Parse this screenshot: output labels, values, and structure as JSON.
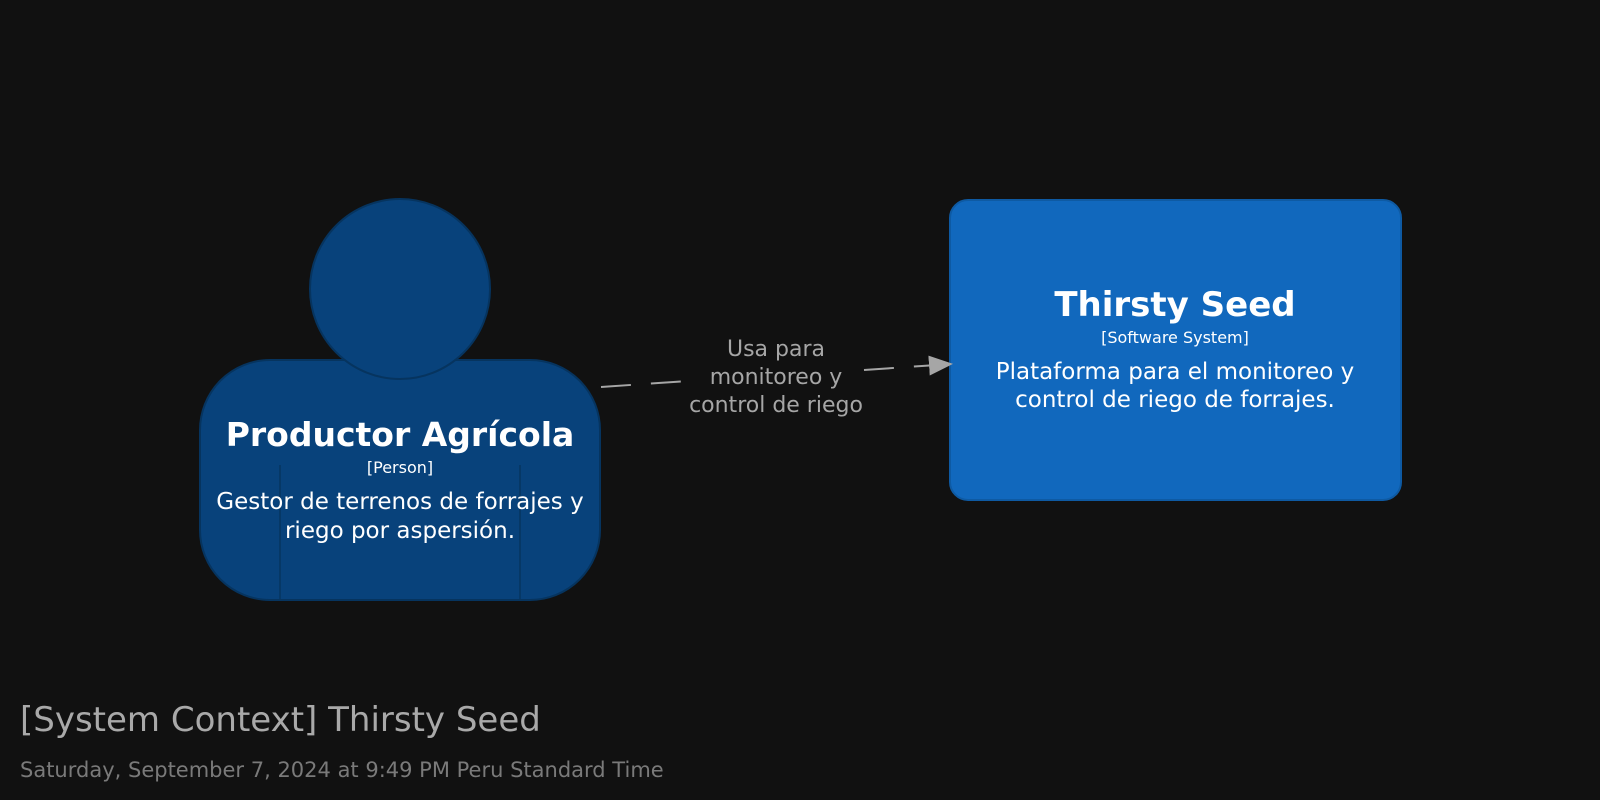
{
  "diagram": {
    "person": {
      "name": "Productor Agrícola",
      "type": "[Person]",
      "description_lines": [
        "Gestor de terrenos de forrajes y",
        "riego por aspersión."
      ],
      "color": "#08427b"
    },
    "system": {
      "name": "Thirsty Seed",
      "type": "[Software System]",
      "description_lines": [
        "Plataforma para el monitoreo y",
        "control de riego de forrajes."
      ],
      "color": "#1168bd"
    },
    "relationship": {
      "label_lines": [
        "Usa para",
        "monitoreo y",
        "control de riego"
      ],
      "color": "#a6a6a6"
    }
  },
  "footer": {
    "title": "[System Context] Thirsty Seed",
    "timestamp": "Saturday, September 7, 2024 at 9:49 PM Peru Standard Time"
  },
  "colors": {
    "background": "#111111"
  }
}
